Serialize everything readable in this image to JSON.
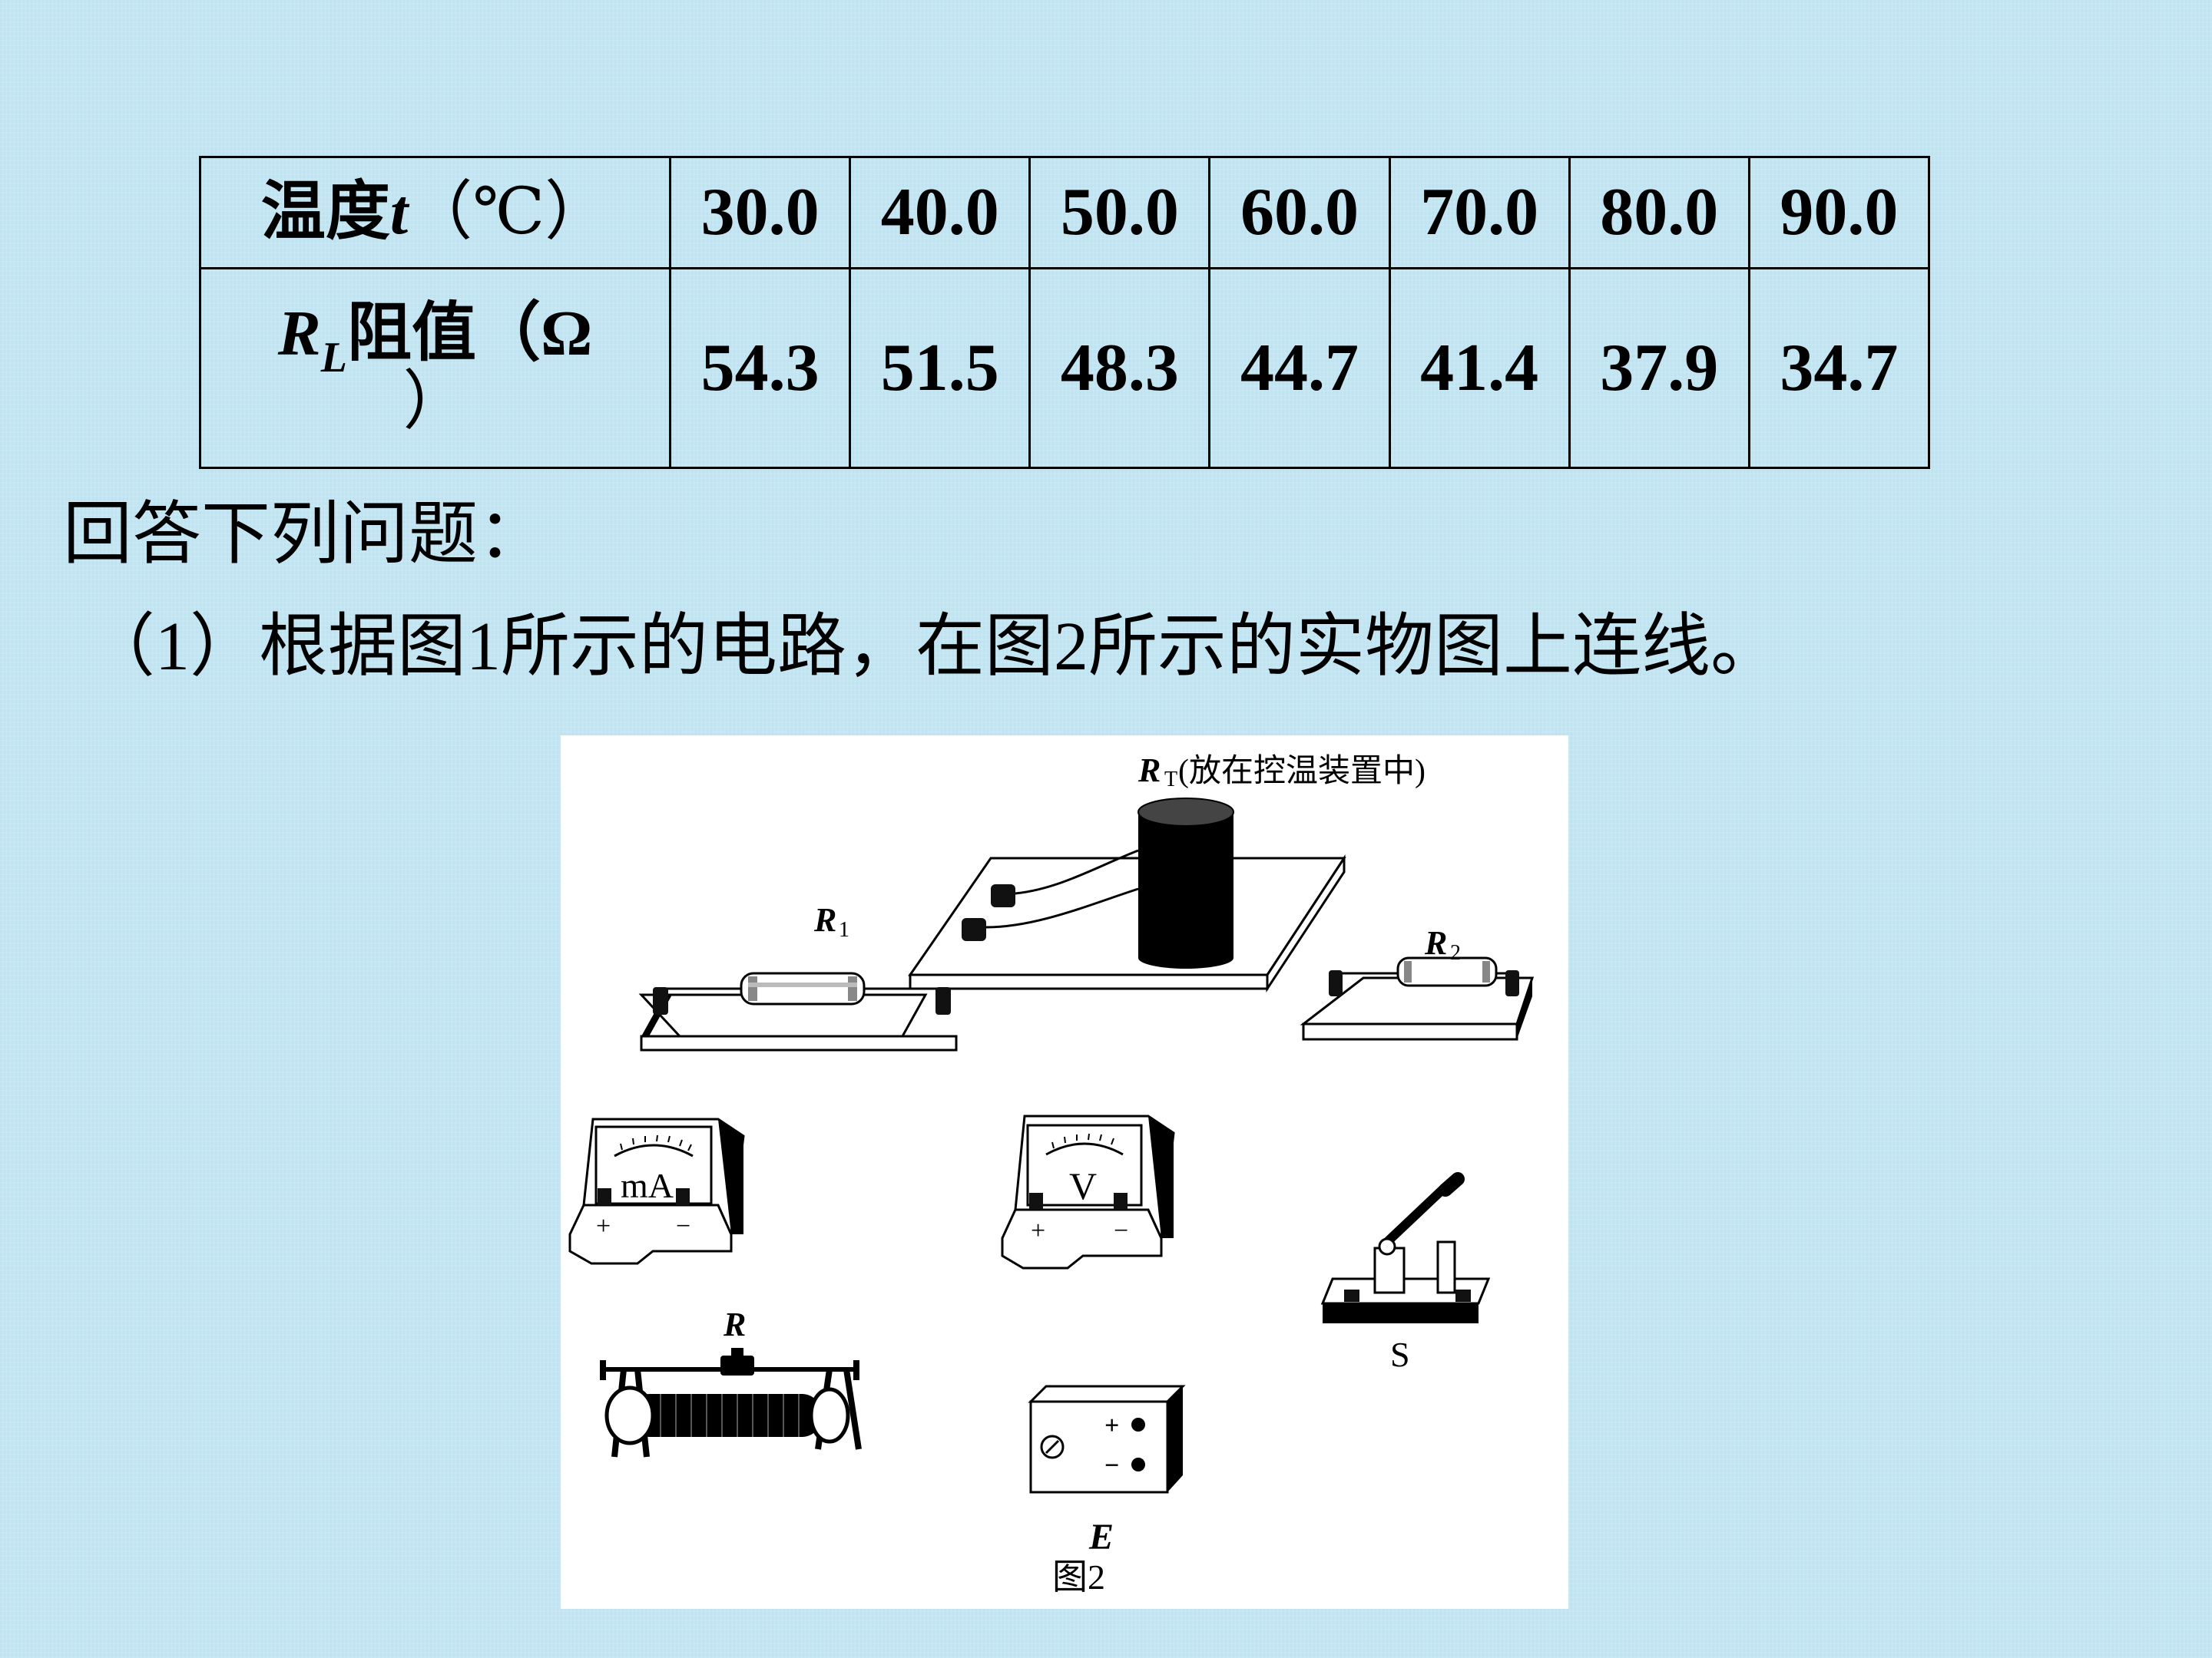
{
  "table": {
    "header_row": {
      "label_prefix": "温度",
      "label_var": "t",
      "label_unit": "（℃）",
      "values": [
        "30.0",
        "40.0",
        "50.0",
        "60.0",
        "70.0",
        "80.0",
        "90.0"
      ]
    },
    "resistance_row": {
      "label_var": "R",
      "label_sub": "L",
      "label_text": "阻值（Ω",
      "label_tail": "）",
      "values": [
        "54.3",
        "51.5",
        "48.3",
        "44.7",
        "41.4",
        "37.9",
        "34.7"
      ]
    }
  },
  "questions": {
    "intro": "回答下列问题：",
    "q1": "（1）根据图1所示的电路，在图2所示的实物图上连线。"
  },
  "figure": {
    "rt_label": "R",
    "rt_sub": "T",
    "rt_note": " (放在控温装置中)",
    "r1_label": "R",
    "r1_sub": "1",
    "r2_label": "R",
    "r2_sub": "2",
    "ammeter_label": "mA",
    "voltmeter_label": "V",
    "plus_sign": "+",
    "minus_sign": "−",
    "switch_label": "S",
    "rheostat_label": "R",
    "source_label": "E",
    "caption": "图2"
  }
}
